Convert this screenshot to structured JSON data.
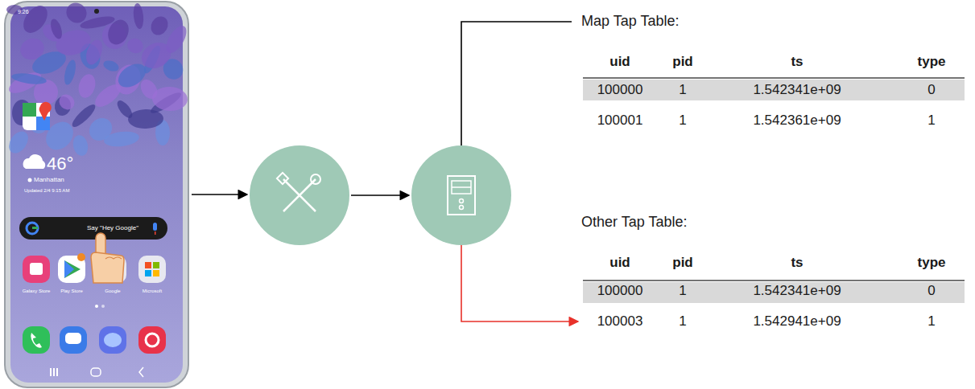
{
  "diagram": {
    "labels": [
      "Map Tap Table:",
      "uid",
      "pid",
      "ts",
      "type",
      "100000",
      "1",
      "1.542341e+09",
      "0",
      "100001",
      "1",
      "1.542361e+09",
      "1",
      "Other Tap Table:",
      "uid",
      "pid",
      "ts",
      "type",
      "100000",
      "1",
      "1.542341e+09",
      "0",
      "100003",
      "1",
      "1.542941e+09",
      "1",
      "9:26",
      "46°",
      "Manhattan",
      "Updated 2/4 9:15 AM",
      "Say \"Hey Google\"",
      "Galaxy Store",
      "Play Store",
      "Google",
      "Microsoft"
    ]
  }
}
